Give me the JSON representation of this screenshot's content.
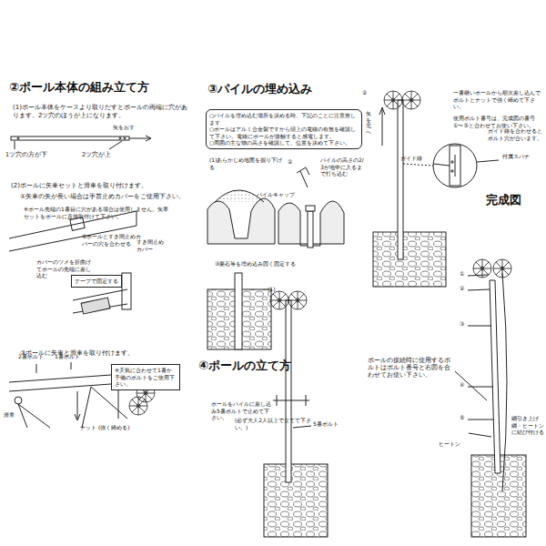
{
  "diagram": {
    "nodes": [
      {
        "text": [
          "○パイルを埋め込む場所を決める時、下記のことに注意致します",
          "○ポールはアルミ合金製ですから頭上の電線の有無を確認して下さい。電線にポールが接触すると感電します。",
          "○周囲の主な物の高さを確認して、位置を決めて下さい。"
        ]
      },
      {
        "text": [
          "テープで固定する"
        ]
      },
      {
        "text": [
          "※天気に合わせて1番か予備のボルトをご使用下さい。"
        ]
      }
    ],
    "labels": [
      "②ポール本体の組み立て方",
      "(1)ポール本体をケースより取りだすとポールの両端に穴があります。2ツ穴のほうが上になります。",
      "矢をおす",
      "1ツ穴の方が下",
      "2ツ穴が上",
      "(2)ポールに矢車セットと滑車を取り付けます。",
      "①矢車の矢が長い場合は手首止めカバーをご使用下さい。",
      "※ポール先端の1番目に穴がある場合は使用しません。矢車セットをポールに直接取付けて下さい。",
      "②ポールとすき間止めカバーの穴を合わせる",
      "カバーのツメを折曲げてポールの先端に差し込む",
      "すき間止めカバー",
      "③ポールに矢車と滑車を取り付けます。",
      "2番ボルト",
      "1番ボルト",
      "滑車",
      "ナット (強く締める)",
      "③パイルの埋め込み",
      "(1)あらかじめ地面を掘り下げる",
      "②",
      "パイルキャップ",
      "パイルの高さの2/3が地中に入るまで打ち込む",
      "③栗石等を埋め込み固く固定する",
      "④ポールの立て方",
      "(1)",
      "ポールをパイルに差し込み5番ボルトで止めて下さい。",
      "(必ず大人2人以上で立てて下さい。)",
      "5番ボルト",
      "②",
      "矢を北へ",
      "一番継いポールから順次差し込んでボルトとナットで強く締めて下さい。",
      "使用ボルト番号は、完成図の番号①〜⑤と合わせてお使い下さい。",
      "ガイド線",
      "付属スパナ",
      "ガイド線を合わせるとボルト穴が合います。",
      "完成図",
      "①",
      "②",
      "③",
      "④",
      "⑤",
      "ヒートン",
      "ポールの接続時に使用するボルトはボルト番号と右図を合わせてお使い下さい。",
      "綱引き上げ綱・ヒートンに結び付ける"
    ]
  }
}
